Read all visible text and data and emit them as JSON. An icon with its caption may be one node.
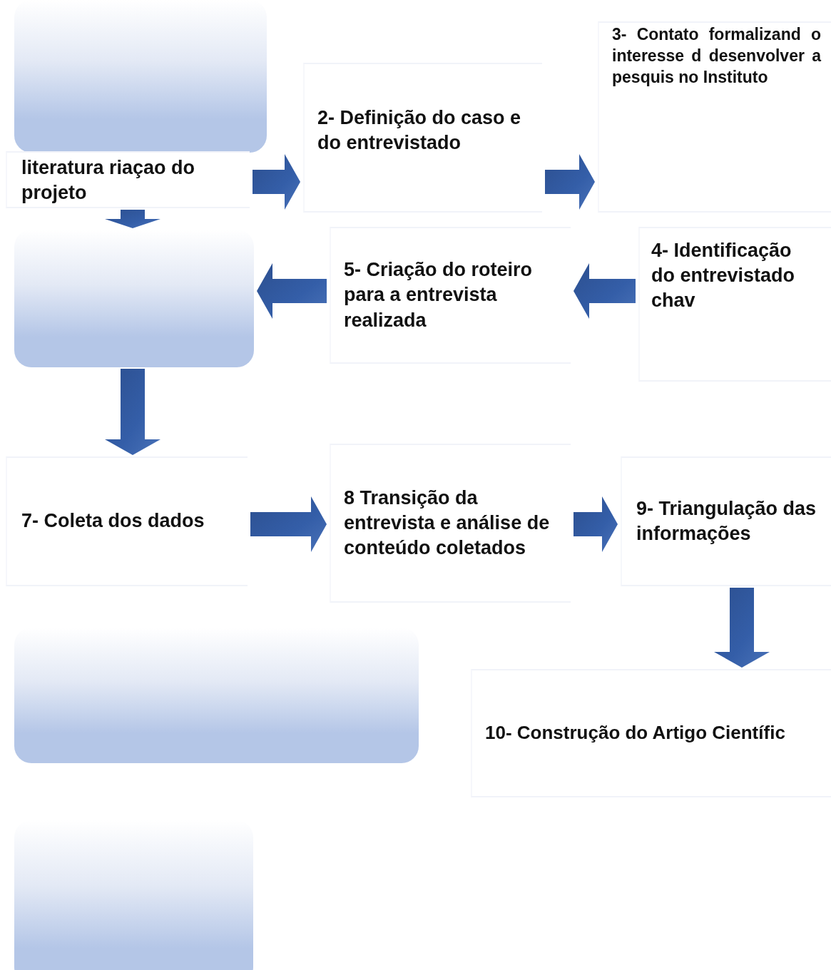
{
  "diagram": {
    "nodes": [
      {
        "text": [],
        "shape": "box"
      },
      {
        "text": [
          "literatura riaçao do projeto"
        ]
      },
      {
        "text": [
          "2- Definição do caso e do entrevistado"
        ]
      },
      {
        "text": [
          "3- Contato formalizand o interesse d desenvolver a pesquis no Instituto"
        ]
      },
      {
        "text": [
          "4- Identificação do entrevistado chav"
        ]
      },
      {
        "text": [
          "5- Criação do roteiro para a entrevista realizada"
        ]
      },
      {
        "text": [],
        "shape": "box"
      },
      {
        "text": [
          "7- Coleta dos dados"
        ]
      },
      {
        "text": [
          "8 Transição da entrevista e análise de conteúdo coletados"
        ]
      },
      {
        "text": [
          "9- Triangulação das informações"
        ]
      },
      {
        "text": [],
        "shape": "box"
      },
      {
        "text": [
          "10- Construção do Artigo Científic"
        ]
      },
      {
        "text": [],
        "shape": "box"
      }
    ],
    "edges": [
      {
        "from": 1,
        "to": 6,
        "arrow": "to"
      },
      {
        "from": 1,
        "to": 2,
        "arrow": "to"
      },
      {
        "from": 2,
        "to": 3,
        "arrow": "to"
      },
      {
        "from": 4,
        "to": 5,
        "arrow": "to"
      },
      {
        "from": 5,
        "to": 6,
        "arrow": "to"
      },
      {
        "from": 6,
        "to": 7,
        "arrow": "to"
      },
      {
        "from": 7,
        "to": 8,
        "arrow": "to"
      },
      {
        "from": 8,
        "to": 9,
        "arrow": "to"
      },
      {
        "from": 9,
        "to": 11,
        "arrow": "to"
      }
    ]
  }
}
